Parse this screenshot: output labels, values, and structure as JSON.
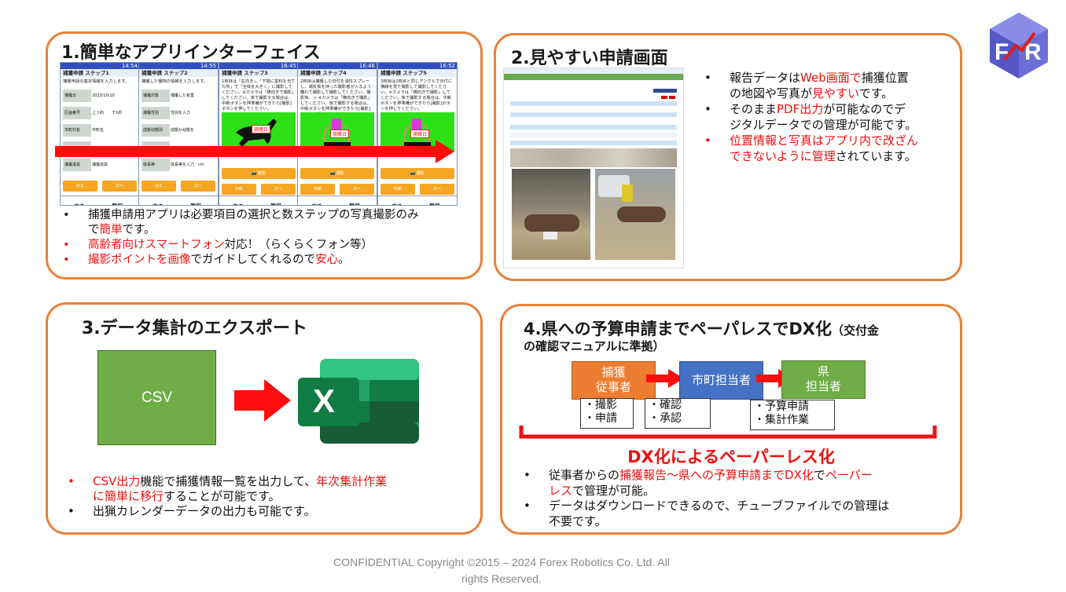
{
  "colors": {
    "accent_orange": "#e8813a",
    "red": "#ee1111",
    "excel_green": "#1f7a43",
    "flow_orange": "#ed7d31",
    "flow_blue": "#4472c4",
    "flow_green": "#70ad47"
  },
  "logo": {
    "letters": "F R",
    "icon": "fr-logo-icon"
  },
  "panel1": {
    "title": "1.簡単なアプリインターフェイス",
    "screens": [
      {
        "status": "14:54",
        "header": "捕獲申請 ステップ1",
        "intro": "捕獲申請の基本情報を入力します。",
        "fields": [
          [
            "捕獲日",
            "2023/10/10"
          ],
          [
            "区画番号",
            "上３約　　下1約"
          ],
          [
            "市町村名",
            "市町名"
          ],
          [
            "",
            ""
          ],
          [
            "捕獲道具",
            "捕獲道具"
          ]
        ]
      },
      {
        "status": "14:55",
        "header": "捕獲申請 ステップ2",
        "intro": "捕獲した獲物の情報を入力します。",
        "fields": [
          [
            "捕獲対象",
            "捕獲した有害"
          ],
          [
            "捕獲性別",
            "性別を入力"
          ],
          [
            "成獣幼獣別",
            "成獣か幼獣を"
          ],
          [
            "",
            ""
          ],
          [
            "体長等",
            "体長等を入力　cm"
          ]
        ]
      },
      {
        "status": "16:45",
        "header": "捕獲申請 ステップ3",
        "text": "1枚目は「右向き」、「下顎に塗料を当てた所」で「全体を大きく」に撮影してください。※カメラは「横向きで撮影」してください。後で撮影する場合は、中断ボタンを押準備ができたら[撮影]ボタンを押してください。",
        "sign": "捕獲日"
      },
      {
        "status": "16:46",
        "header": "捕獲申請 ステップ4",
        "text": "2枚目は捕獲した日付を油性スプレーし、端反板を持った撮影者が入るよう離れて撮影して撮影してください。撮影後、ッ ※カメラは「横向きで撮影」してください。後で撮影する場合は、中断ボタンを押準備ができたら[撮影]ボタンを押してください。",
        "sign": "捕獲日"
      },
      {
        "status": "16:52",
        "header": "捕獲申請 ステップ5",
        "text": "3枚目は2枚目と同じアングルで日付に横線を見て撮影して撮影してください。※カメラは「横向きで撮影」してください。後で撮影する場合は、中断ボタンを押準備ができたら[撮影]ボタンを押してください。",
        "sign": "捕獲日"
      }
    ],
    "nav_back": "戻る",
    "nav_history": "履歴",
    "btn_back": "戻る",
    "btn_next": "次へ",
    "btn_shoot": "撮影",
    "btn_suspend": "中断",
    "bullets": [
      [
        {
          "t": "捕獲申請用アプリは必要項目の選択と数ステップの写真撮影のみ",
          "r": false
        }
      ],
      [
        {
          "t": "で",
          "r": false
        },
        {
          "t": "簡単",
          "r": true
        },
        {
          "t": "です。",
          "r": false
        }
      ],
      [
        {
          "t": "高齢者向けスマートフォン",
          "r": true
        },
        {
          "t": "対応！（らくらくフォン等）",
          "r": false
        }
      ],
      [
        {
          "t": "撮影ポイントを画像",
          "r": true
        },
        {
          "t": "でガイドしてくれるので",
          "r": false
        },
        {
          "t": "安心",
          "r": true
        },
        {
          "t": "。",
          "r": false
        }
      ]
    ]
  },
  "panel2": {
    "title": "2.見やすい申請画面",
    "bullets": [
      [
        {
          "t": "報告データは",
          "r": false
        },
        {
          "t": "Web画面で",
          "r": true
        },
        {
          "t": "捕獲位置",
          "r": false
        }
      ],
      [
        {
          "t": "の地図や写真が",
          "r": false
        },
        {
          "t": "見やすい",
          "r": true
        },
        {
          "t": "です。",
          "r": false
        }
      ],
      [
        {
          "t": "そのまま",
          "r": false
        },
        {
          "t": "PDF出力",
          "r": true
        },
        {
          "t": "が可能なのでデ",
          "r": false
        }
      ],
      [
        {
          "t": "ジタルデータでの管理が可能です。",
          "r": false
        }
      ],
      [
        {
          "t": "位置情報と写真はアプリ内で改ざん",
          "r": true
        }
      ],
      [
        {
          "t": "できないように管理",
          "r": true
        },
        {
          "t": "されています。",
          "r": false
        }
      ]
    ]
  },
  "panel3": {
    "title": "3.データ集計のエクスポート",
    "csv_label": "CSV",
    "excel_letter": "X",
    "bullets": [
      [
        {
          "t": "CSV出力",
          "r": true
        },
        {
          "t": "機能で捕獲情報一覧を出力して、",
          "r": false
        },
        {
          "t": "年次集計作業",
          "r": true
        }
      ],
      [
        {
          "t": "に簡単に移行",
          "r": true
        },
        {
          "t": "することが可能です。",
          "r": false
        }
      ],
      [
        {
          "t": "出猟カレンダーデータの出力も可能です。",
          "r": false
        }
      ]
    ]
  },
  "panel4": {
    "title": "4.県への予算申請までペーパレスでDX化",
    "title_small": "（交付金",
    "title_line2": "の確認マニュアルに準拠）",
    "flow": [
      {
        "label1": "捕獲",
        "label2": "従事者"
      },
      {
        "label1": "市町担当者",
        "label2": ""
      },
      {
        "label1": "県",
        "label2": "担当者"
      }
    ],
    "tasks": [
      [
        "・撮影",
        "・申請"
      ],
      [
        "・確認",
        "・承認"
      ],
      [
        "・予算申請",
        "・集計作業"
      ]
    ],
    "dx_heading": "DX化によるペーパーレス化",
    "bullets": [
      [
        {
          "t": "従事者からの",
          "r": false
        },
        {
          "t": "捕獲報告～県への予算申請までDX化",
          "r": true
        },
        {
          "t": "で",
          "r": false
        },
        {
          "t": "ペーパー",
          "r": true
        }
      ],
      [
        {
          "t": "レス",
          "r": true
        },
        {
          "t": "で管理が可能。",
          "r": false
        }
      ],
      [
        {
          "t": "データはダウンロードできるので、チューブファイルでの管理は",
          "r": false
        }
      ],
      [
        {
          "t": "不要です。",
          "r": false
        }
      ]
    ]
  },
  "footer": {
    "line1": "CONFIDENTIAL Copyright ©2015 – 2024 Forex Robotics Co. Ltd. All",
    "line2": "rights Reserved."
  }
}
